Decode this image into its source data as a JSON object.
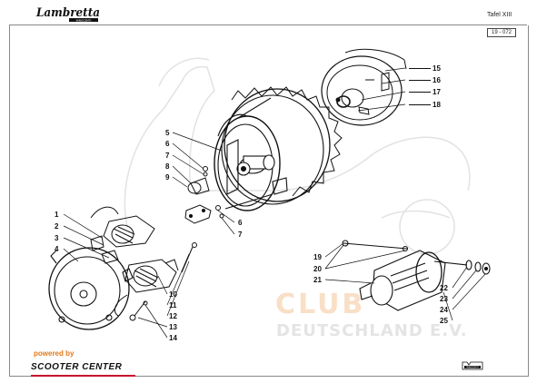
{
  "header": {
    "brand": "Lambretta",
    "brand_sub": "INNOCENTI",
    "tafel": "Tafel XIII",
    "ref": "19 - 072"
  },
  "callouts": [
    "1",
    "2",
    "3",
    "4",
    "5",
    "6",
    "7",
    "8",
    "9",
    "10",
    "11",
    "12",
    "13",
    "14",
    "15",
    "16",
    "17",
    "18",
    "19",
    "20",
    "21",
    "22",
    "23",
    "24",
    "25"
  ],
  "watermark": {
    "club": "CLUB",
    "country": "DEUTSCHLAND E.V."
  },
  "footer": {
    "powered_by": "powered by",
    "sponsor": "SCOOTER CENTER",
    "maker_mark": "INNOCENTI"
  },
  "colors": {
    "line": "#111111",
    "watermark_orange": "#f8dfc6",
    "watermark_grey": "#e4e4e4",
    "sponsor_orange": "#e0791c",
    "sponsor_red": "#c8102e"
  }
}
